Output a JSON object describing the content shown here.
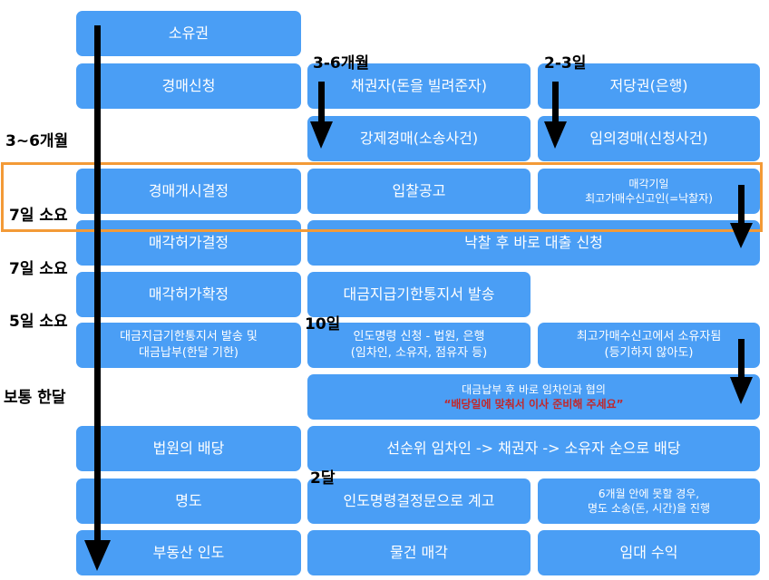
{
  "left_column": [
    {
      "text": "소유권"
    },
    {
      "text": "경매신청"
    },
    {
      "text": "경매개시결정"
    },
    {
      "text": "매각허가결정"
    },
    {
      "text": "매각허가확정"
    },
    {
      "line1": "대금지급기한통지서 발송 및",
      "line2": "대금납부(한달 기한)"
    },
    {
      "text": "법원의 배당"
    },
    {
      "text": "명도"
    },
    {
      "text": "부동산 인도"
    }
  ],
  "middle_column": {
    "creditor": "채권자(돈을 빌려준자)",
    "forced_auction": "강제경매(소송사건)",
    "bid_notice": "입찰공고",
    "loan_after_bid": "낙찰 후 바로 대출 신청",
    "payment_notice": "대금지급기한통지서 발송",
    "delivery_order_line1": "인도명령 신청 - 법원, 은행",
    "delivery_order_line2": "(임차인, 소유자, 점유자 등)",
    "negotiation_line1": "대금납부 후  바로 임차인과 협의",
    "negotiation_line2": "“배당일에 맞춰서 이사 준비해 주세요”",
    "distribution": "선순위 임차인 -> 채권자 -> 소유자 순으로 배당",
    "delivery_decision": "인도명령결정문으로 계고",
    "sale": "물건 매각"
  },
  "right_column": {
    "mortgage": "저당권(은행)",
    "voluntary_auction": "임의경매(신청사건)",
    "sale_date_line1": "매각기일",
    "sale_date_line2": "최고가매수신고인(=낙찰자)",
    "owner_line1": "최고가매수신고에서 소유자됨",
    "owner_line2": "(등기하지 않아도)",
    "eviction_line1": "6개월 안에 못할 경우,",
    "eviction_line2": "명도 소송(돈, 시간)을 진행",
    "rental": "임대 수익"
  },
  "durations": {
    "left_3_6_months": "3~6개월",
    "left_7_days_a": "7일 소요",
    "left_7_days_b": "7일 소요",
    "left_5_days": "5일 소요",
    "left_usually_month": "보통 한달",
    "mid_3_6_months": "3-6개월",
    "right_2_3_days": "2-3일",
    "mid_10_days": "10일",
    "mid_2_months": "2달"
  },
  "colors": {
    "box": "#4a9ef5",
    "highlight_border": "#f39a37",
    "warning_text": "#c0282c",
    "arrow": "#000000"
  }
}
